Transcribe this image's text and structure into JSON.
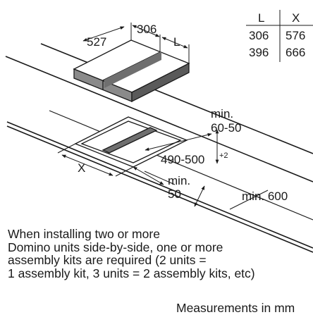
{
  "table": {
    "headers": [
      "L",
      "X"
    ],
    "rows": [
      [
        "306",
        "576"
      ],
      [
        "396",
        "666"
      ]
    ]
  },
  "dimensions": {
    "depth": "527",
    "width": "306",
    "length_var": "L",
    "cutout_width_var": "X",
    "cutout_depth": "490-500",
    "cutout_depth_tolerance": "+2",
    "worktop_thickness_min": "min.",
    "worktop_thickness": "60-50",
    "front_gap_min": "min.",
    "front_gap": "50",
    "wall_gap": "min. 600"
  },
  "note": {
    "lines": [
      "When installing two or more",
      "Domino units side-by-side, one or more",
      "assembly kits are required (2 units =",
      "1 assembly kit, 3 units = 2 assembly kits, etc)"
    ]
  },
  "units_label": "Measurements in mm"
}
